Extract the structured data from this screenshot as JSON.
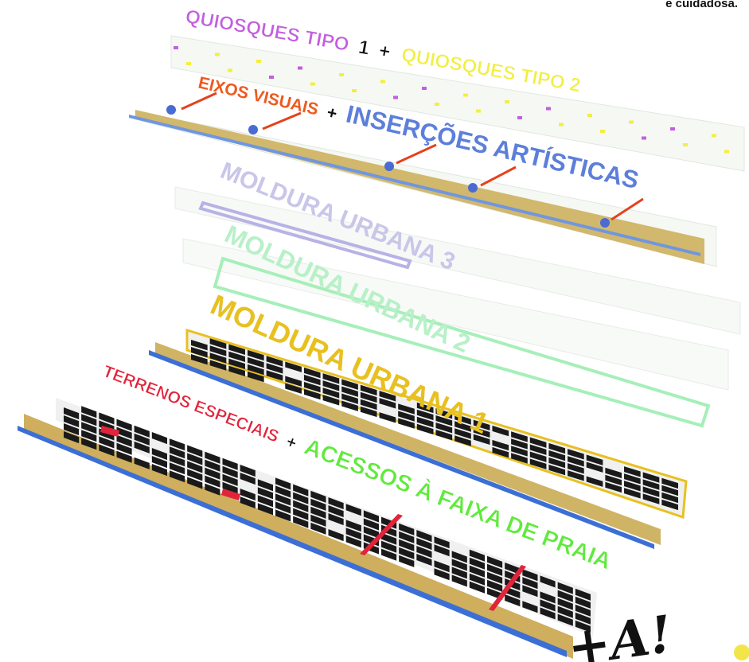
{
  "corner_text": "e cuidadosa.",
  "layers": {
    "quiosques": {
      "label_a": "QUIOSQUES TIPO",
      "num_1": "1",
      "plus": "+",
      "label_b": "QUIOSQUES TIPO 2",
      "color_a": "#c35ee0",
      "color_b": "#f2ef3f"
    },
    "eixos": {
      "label_a": "EIXOS VISUAIS",
      "plus": "+",
      "label_b": "INSERÇÕES ARTÍSTICAS",
      "color_a": "#ee5a1e",
      "color_b": "#5d7fda"
    },
    "moldura3": {
      "label": "MOLDURA URBANA 3",
      "color": "#c9c6e9"
    },
    "moldura2": {
      "label": "MOLDURA URBANA 2",
      "color": "#b8f0c8"
    },
    "moldura1": {
      "label": "MOLDURA URBANA 1",
      "color": "#e8c020"
    },
    "terrenos": {
      "label_a": "TERRENOS ESPECIAIS",
      "plus": "+",
      "label_b": "ACESSOS À FAIXA DE PRAIA",
      "color_a": "#e2243b",
      "color_b": "#60ea3c"
    }
  },
  "signature": "+A!",
  "colors": {
    "sand": "#c9ad62",
    "water": "#3c70d8",
    "block": "#1a1a1a",
    "grid": "#e4ece4"
  }
}
